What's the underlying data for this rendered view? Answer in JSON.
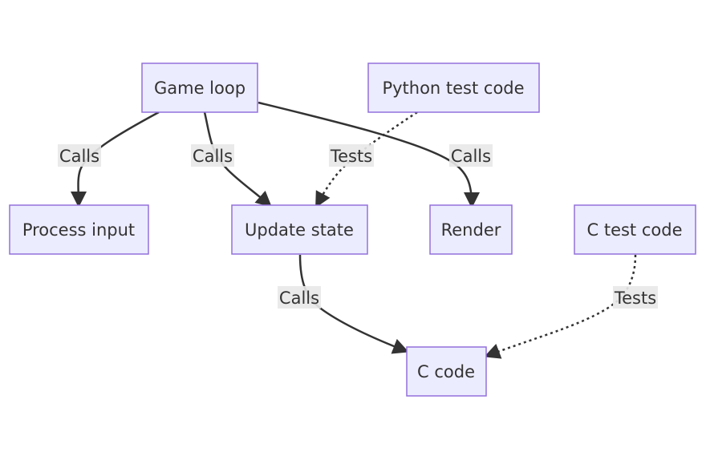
{
  "nodes": {
    "game_loop": "Game loop",
    "python_test_code": "Python test code",
    "process_input": "Process input",
    "update_state": "Update state",
    "render": "Render",
    "c_test_code": "C test code",
    "c_code": "C code"
  },
  "edges": {
    "game_loop_process_input": "Calls",
    "game_loop_update_state": "Calls",
    "python_test_update_state": "Tests",
    "game_loop_render": "Calls",
    "update_state_c_code": "Calls",
    "c_test_c_code": "Tests"
  },
  "colors": {
    "node_fill": "#ECECFF",
    "node_stroke": "#9370DB",
    "edge": "#333333",
    "label_bg": "#E8E8E8"
  }
}
